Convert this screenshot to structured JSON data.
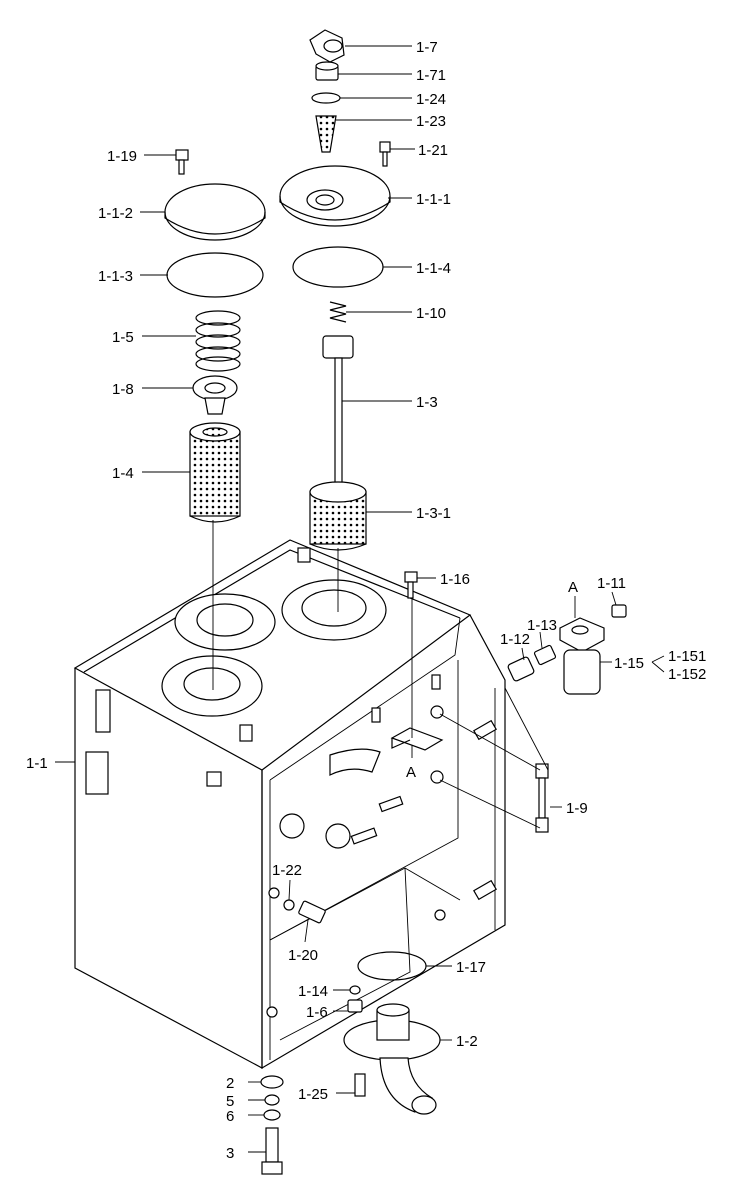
{
  "diagram": {
    "labels": {
      "p1_7": "1-7",
      "p1_71": "1-71",
      "p1_24": "1-24",
      "p1_23": "1-23",
      "p1_21": "1-21",
      "p1_19": "1-19",
      "p1_1_1": "1-1-1",
      "p1_1_2": "1-1-2",
      "p1_1_3": "1-1-3",
      "p1_1_4": "1-1-4",
      "p1_10": "1-10",
      "p1_5": "1-5",
      "p1_8": "1-8",
      "p1_3": "1-3",
      "p1_4": "1-4",
      "p1_3_1": "1-3-1",
      "p1_16": "1-16",
      "view_a_top": "A",
      "p1_11": "1-11",
      "p1_13": "1-13",
      "p1_12": "1-12",
      "p1_15": "1-15",
      "p1_151": "1-151",
      "p1_152": "1-152",
      "p1_1": "1-1",
      "view_a_bottom": "A",
      "p1_9": "1-9",
      "p1_22": "1-22",
      "p1_20": "1-20",
      "p1_17": "1-17",
      "p1_14": "1-14",
      "p1_6": "1-6",
      "p1_2": "1-2",
      "p2": "2",
      "p1_25": "1-25",
      "p5": "5",
      "p6": "6",
      "p3": "3"
    }
  }
}
